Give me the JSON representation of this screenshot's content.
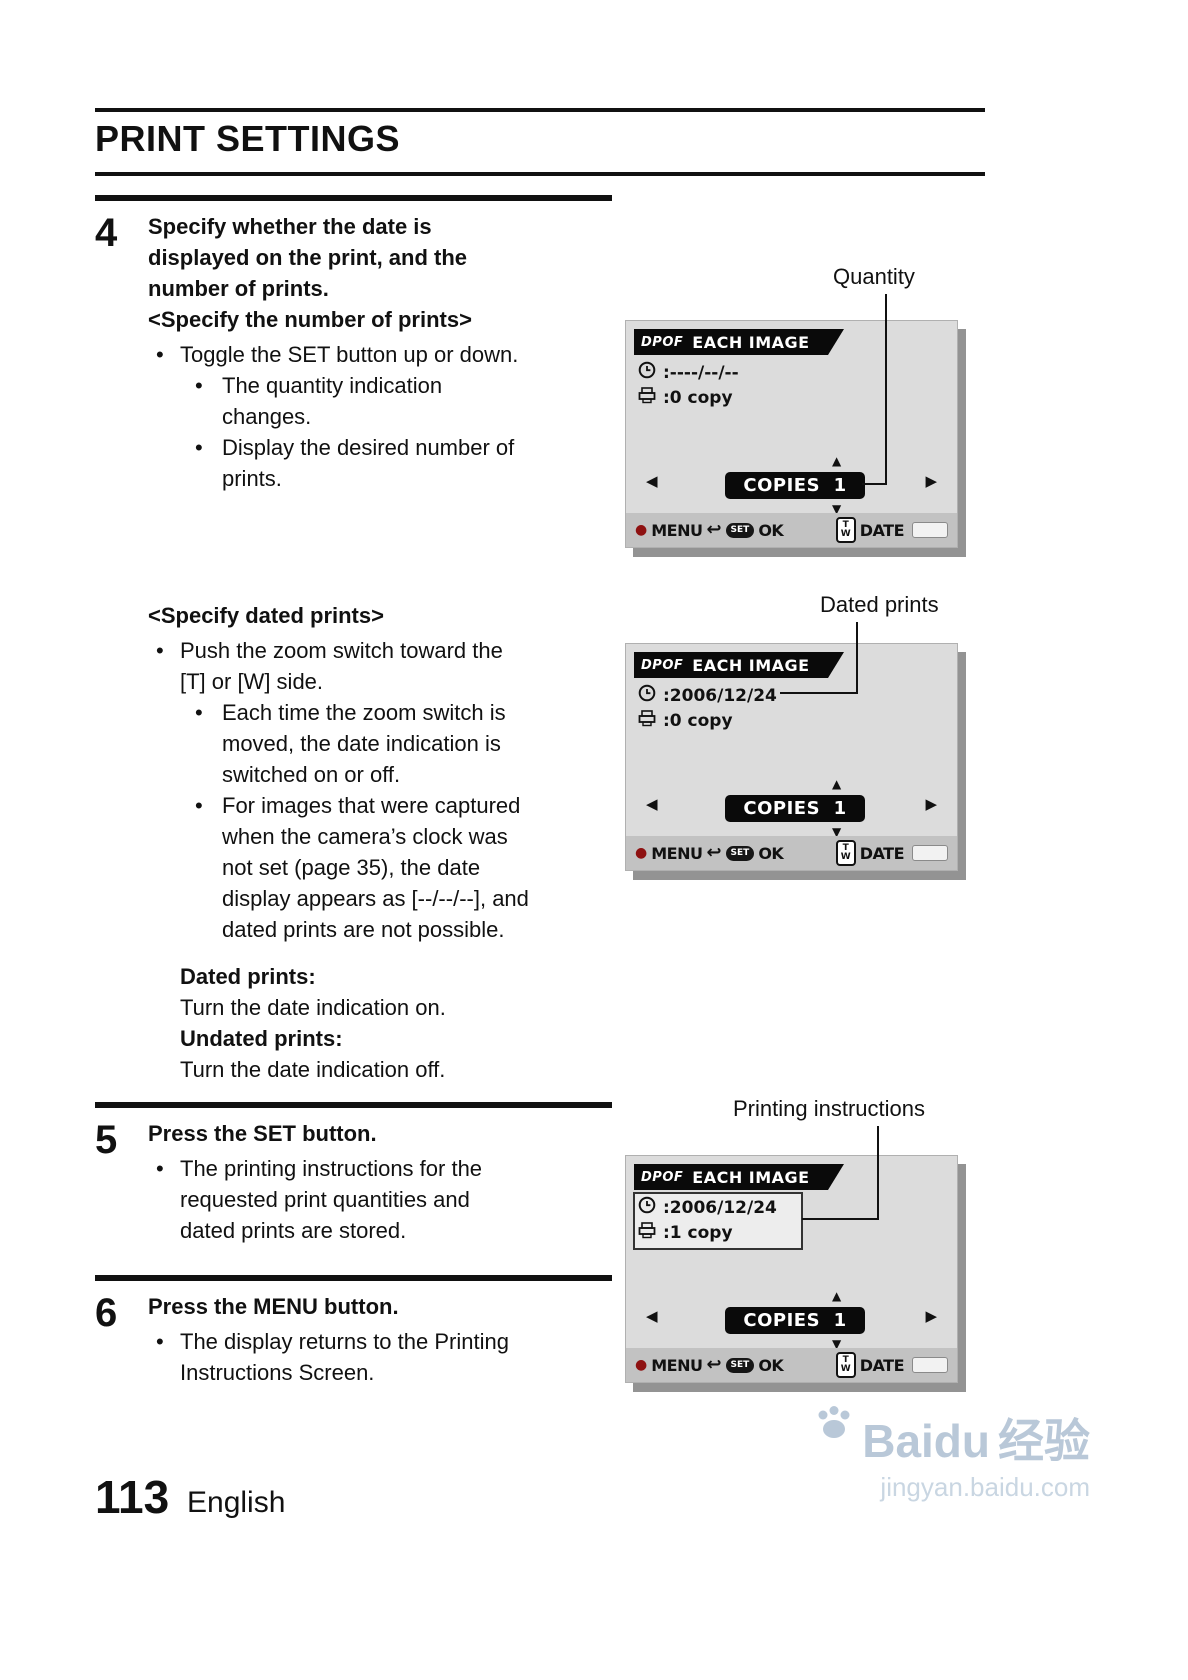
{
  "page": {
    "title": "PRINT SETTINGS",
    "page_number": "113",
    "language": "English"
  },
  "callouts": {
    "quantity": "Quantity",
    "dated_prints": "Dated prints",
    "printing_instructions": "Printing instructions"
  },
  "step4": {
    "number": "4",
    "heading": "Specify whether the date is\ndisplayed on the print, and the\nnumber of prints.",
    "specify_prints_title": "<Specify the number of prints>",
    "specify_prints_bullet": "Toggle the SET button up or down.",
    "specify_prints_sub1": "The quantity indication\nchanges.",
    "specify_prints_sub2": "Display the desired number of\nprints.",
    "specify_dated_title": "<Specify dated prints>",
    "specify_dated_bullet": "Push the zoom switch toward the\n[T] or [W] side.",
    "specify_dated_sub1": "Each time the zoom switch is\nmoved, the date indication is\nswitched on or off.",
    "specify_dated_sub2": "For images that were captured\nwhen the camera’s clock was\nnot set (page 35), the date\ndisplay appears as [--/--/--], and\ndated prints are not possible.",
    "dated_prints_label": "Dated prints:",
    "dated_prints_text": "Turn the date indication on.",
    "undated_prints_label": "Undated prints:",
    "undated_prints_text": "Turn the date indication off."
  },
  "step5": {
    "number": "5",
    "heading": "Press the SET button.",
    "bullet": "The printing instructions for the\nrequested print quantities and\ndated prints are stored."
  },
  "step6": {
    "number": "6",
    "heading": "Press the MENU button.",
    "bullet": "The display returns to the Printing\nInstructions Screen."
  },
  "screens": [
    {
      "dpof_logo": "DPOF",
      "header": "EACH IMAGE",
      "date_value": ":----/--/--",
      "copy_value": ":0 copy",
      "copies_bar": "COPIES  1",
      "menu_label": "MENU",
      "set_label": "SET",
      "ok_label": "OK",
      "zoom_t": "T",
      "zoom_w": "W",
      "date_button": "DATE"
    },
    {
      "dpof_logo": "DPOF",
      "header": "EACH IMAGE",
      "date_value": ":2006/12/24",
      "copy_value": ":0 copy",
      "copies_bar": "COPIES  1",
      "menu_label": "MENU",
      "set_label": "SET",
      "ok_label": "OK",
      "zoom_t": "T",
      "zoom_w": "W",
      "date_button": "DATE"
    },
    {
      "dpof_logo": "DPOF",
      "header": "EACH IMAGE",
      "date_value": ":2006/12/24",
      "copy_value": ":1 copy",
      "copies_bar": "COPIES  1",
      "menu_label": "MENU",
      "set_label": "SET",
      "ok_label": "OK",
      "zoom_t": "T",
      "zoom_w": "W",
      "date_button": "DATE"
    }
  ],
  "icons": {
    "menu_dot": "●",
    "return_arrow": "↩",
    "select_left": "◀",
    "select_right": "▶",
    "spin_up": "▲",
    "spin_down": "▼"
  },
  "watermark": {
    "brand": "Baidu",
    "brand_suffix": "经验",
    "url": "jingyan.baidu.com"
  }
}
